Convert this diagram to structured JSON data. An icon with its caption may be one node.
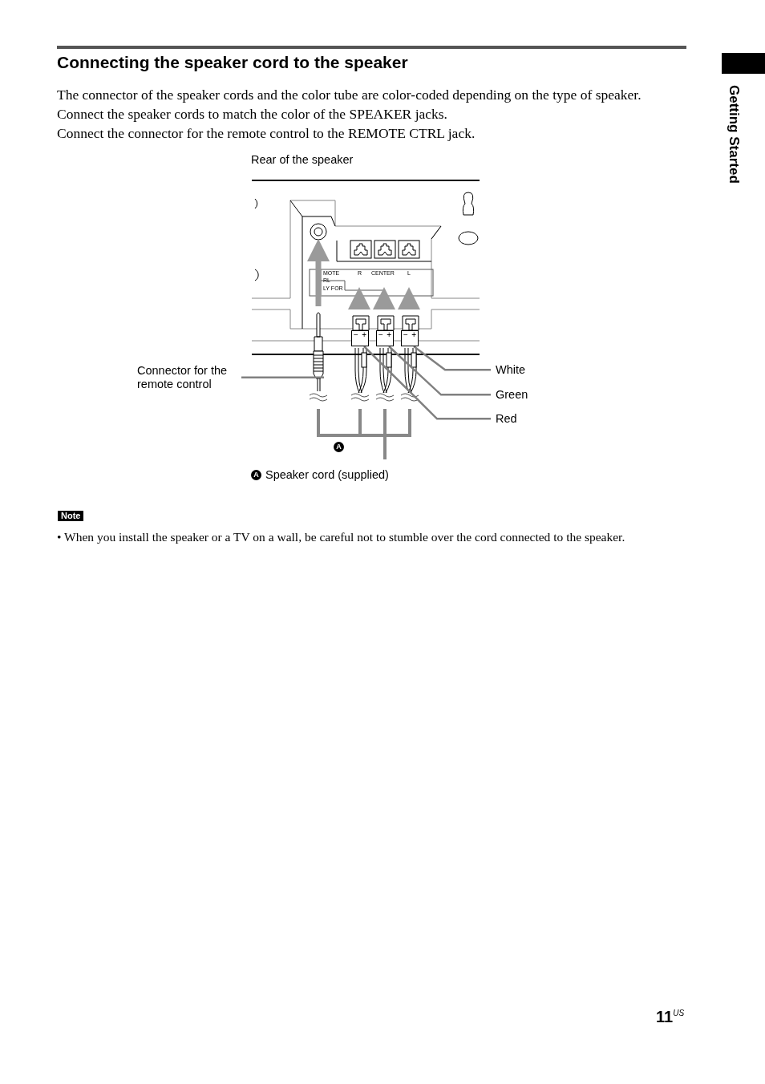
{
  "diagram": {
    "title": "Connecting the speaker cord to the speaker",
    "nodes": [
      {
        "text": [
          "Connector for the remote control"
        ]
      },
      {
        "text": [
          "White"
        ]
      },
      {
        "text": [
          "Green"
        ]
      },
      {
        "text": [
          "Red"
        ]
      },
      {
        "text": [
          "−",
          "+"
        ]
      },
      {
        "text": [
          "−",
          "+"
        ]
      },
      {
        "text": [
          "−",
          "+"
        ]
      }
    ],
    "edges": [
      {
        "from": 0,
        "to": null,
        "arrow": "none"
      },
      {
        "from": 1,
        "to": 6,
        "arrow": "none"
      },
      {
        "from": 2,
        "to": 5,
        "arrow": "none"
      },
      {
        "from": 3,
        "to": 4,
        "arrow": "none"
      }
    ],
    "labels": [
      "The connector of the speaker cords and the color tube are color-coded depending on the type of speaker.",
      "Connect the speaker cords to match the color of the SPEAKER jacks.",
      "Connect the connector for the remote control to the REMOTE CTRL jack.",
      "Rear of the speaker",
      "MOTE",
      "RL",
      "LY FOR",
      "R",
      "CENTER",
      "L",
      "A",
      "A",
      "Speaker cord (supplied)",
      "Note",
      "• When you install the speaker or a TV on a wall, be careful not to stumble over the cord connected to the speaker.",
      "Getting Started",
      "11$^{US}$"
    ]
  }
}
